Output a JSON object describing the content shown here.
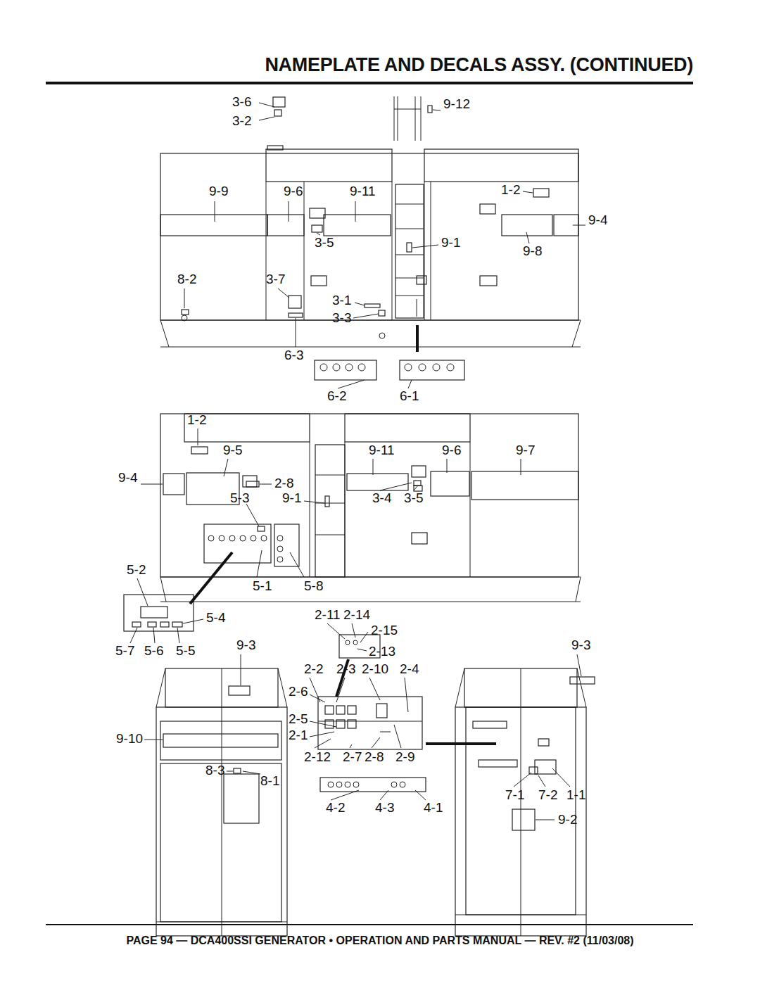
{
  "diagram": {
    "title": "NAMEPLATE AND DECALS ASSY. (CONTINUED)",
    "caption": "PAGE 94 — DCA400SSI GENERATOR • OPERATION AND PARTS MANUAL — REV. #2 (11/03/08)",
    "labels": [
      "3-6",
      "3-2",
      "9-12",
      "9-9",
      "9-6",
      "9-11",
      "1-2",
      "9-4",
      "3-5",
      "9-1",
      "9-8",
      "8-2",
      "3-7",
      "3-1",
      "3-3",
      "6-3",
      "6-2",
      "6-1",
      "1-2",
      "9-5",
      "9-11",
      "9-6",
      "9-7",
      "9-4",
      "2-8",
      "5-3",
      "9-1",
      "3-4",
      "3-5",
      "5-2",
      "5-1",
      "5-8",
      "5-4",
      "2-11",
      "2-14",
      "2-15",
      "2-13",
      "5-7",
      "5-6",
      "5-5",
      "9-3",
      "9-3",
      "2-2",
      "2-3",
      "2-10",
      "2-4",
      "2-6",
      "2-5",
      "9-10",
      "2-1",
      "2-12",
      "2-7",
      "2-8",
      "2-9",
      "8-3",
      "8-1",
      "7-1",
      "7-2",
      "1-1",
      "4-2",
      "4-3",
      "4-1",
      "9-2"
    ]
  }
}
